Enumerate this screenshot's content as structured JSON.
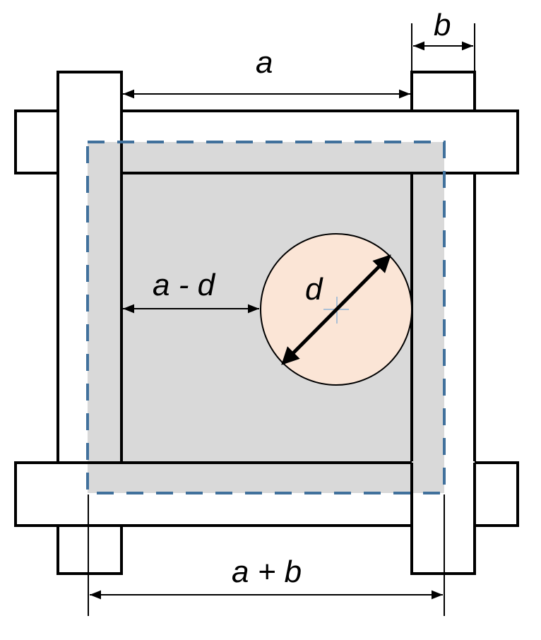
{
  "labels": {
    "a": "a",
    "b": "b",
    "a_minus_d": "a - d",
    "d": "d",
    "a_plus_b": "a + b"
  },
  "colors": {
    "gray_area": "#d9d9d9",
    "dashed_border": "#41719c",
    "circle_fill": "#fbe5d6",
    "center_mark": "#5b9bd5"
  }
}
